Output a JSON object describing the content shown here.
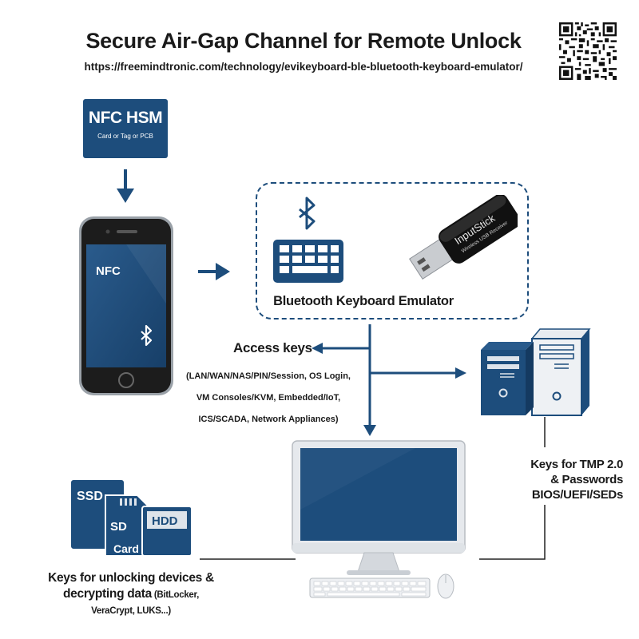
{
  "header": {
    "title": "Secure Air-Gap Channel for Remote Unlock",
    "url": "https://freemindtronic.com/technology/evikeyboard-ble-bluetooth-keyboard-emulator/"
  },
  "nfc_hsm": {
    "title": "NFC HSM",
    "subtitle": "Card or Tag or PCB"
  },
  "phone": {
    "screen_label": "NFC"
  },
  "emulator": {
    "label": "Bluetooth Keyboard Emulator",
    "dongle_brand": "InputStick",
    "dongle_subtitle": "Wireless USB Receiver"
  },
  "access_keys": {
    "title": "Access keys",
    "line1": "(LAN/WAN/NAS/PIN/Session, OS Login,",
    "line2": "VM Consoles/KVM, Embedded/IoT,",
    "line3": "ICS/SCADA, Network Appliances)"
  },
  "tpm": {
    "line1": "Keys for TMP 2.0",
    "line2": "& Passwords",
    "line3": "BIOS/UEFI/SEDs"
  },
  "storage": {
    "ssd": "SSD",
    "sd": "SD",
    "card": "Card",
    "hdd": "HDD"
  },
  "unlock": {
    "line1": "Keys for unlocking devices &",
    "line2_main": "decrypting data",
    "line2_small": " (BitLocker,",
    "line3": "VeraCrypt, LUKS...)"
  },
  "colors": {
    "primary": "#1d4d7c",
    "light": "#dde3ea"
  },
  "icons": [
    "qr-code-icon",
    "down-arrow-icon",
    "smartphone-icon",
    "bluetooth-icon",
    "keyboard-icon",
    "usb-dongle-icon",
    "desktop-tower-icon",
    "monitor-icon",
    "keyboard-device-icon",
    "mouse-icon",
    "ssd-icon",
    "sd-card-icon",
    "hdd-icon"
  ]
}
